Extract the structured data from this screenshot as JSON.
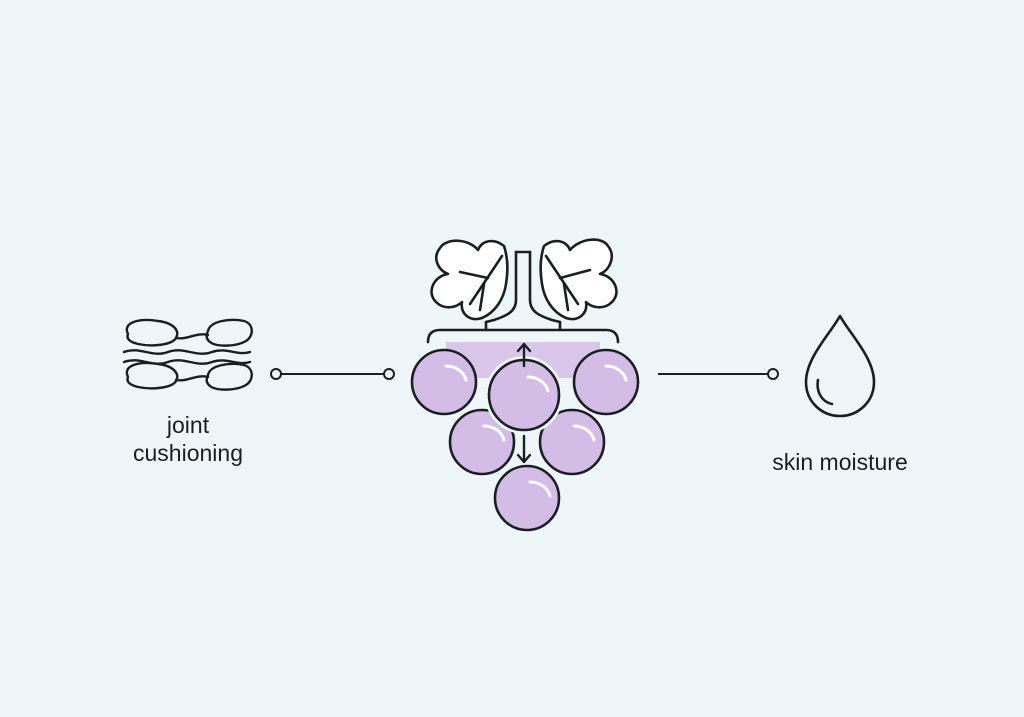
{
  "labels": {
    "left_line1": "joint",
    "left_line2": "cushioning",
    "right": "skin moisture"
  },
  "icons": {
    "left": "joint-cushion-icon",
    "center": "grape-cluster-icon",
    "right": "water-drop-icon"
  },
  "colors": {
    "background": "#eff6f9",
    "stroke": "#1b1f24",
    "grape_fill": "#d3bce6",
    "grape_highlight": "#ffffff"
  }
}
